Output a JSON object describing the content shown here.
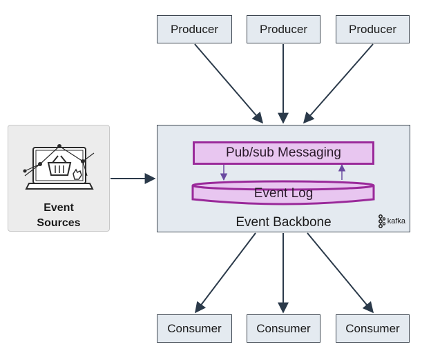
{
  "producers": [
    "Producer",
    "Producer",
    "Producer"
  ],
  "consumers": [
    "Consumer",
    "Consumer",
    "Consumer"
  ],
  "event_sources": {
    "line1": "Event",
    "line2": "Sources",
    "icon": "connected-store-icon"
  },
  "backbone": {
    "title": "Event Backbone",
    "pubsub_label": "Pub/sub Messaging",
    "eventlog_label": "Event Log",
    "brand": "kafka"
  },
  "colors": {
    "node_fill": "#e4eaf0",
    "node_border": "#3d4650",
    "pubsub_fill": "#e8c6f0",
    "pubsub_border": "#9a2a9a",
    "arrow": "#2b3a4a",
    "inner_arrow": "#6a4aa0"
  }
}
